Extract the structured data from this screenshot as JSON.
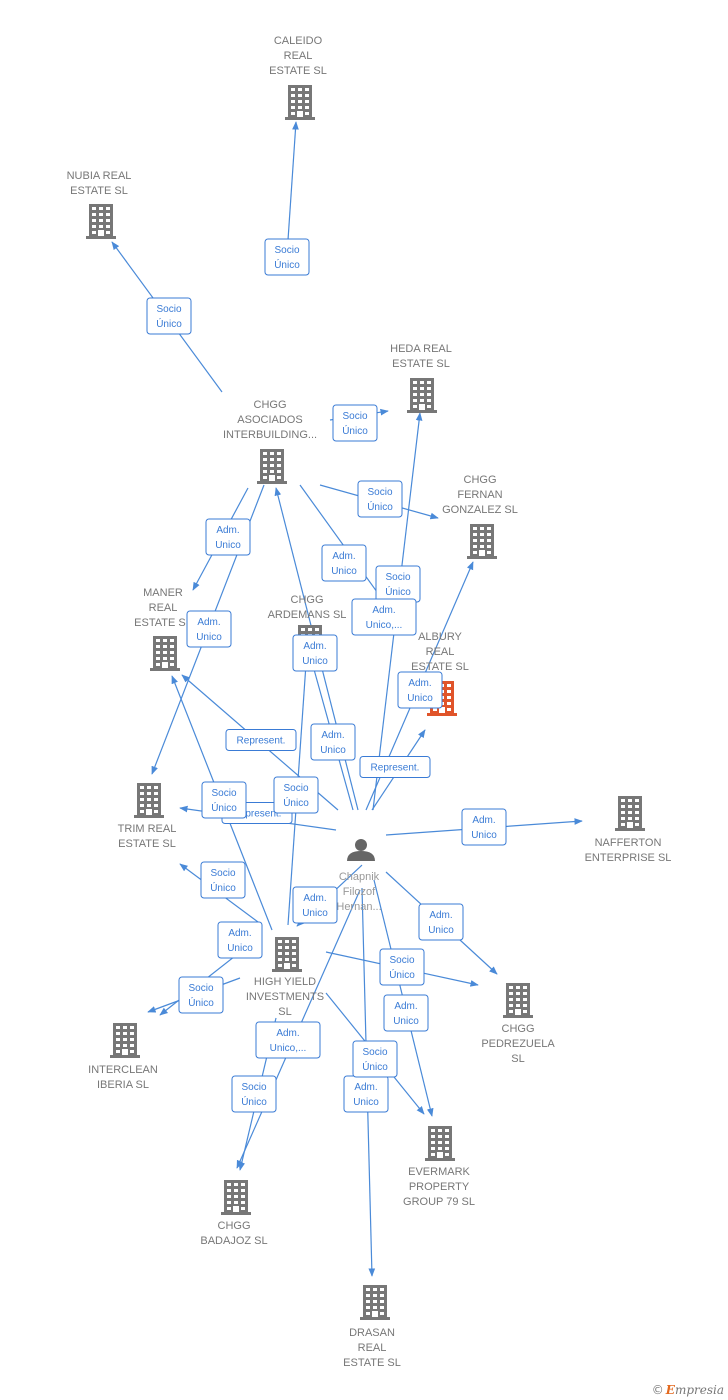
{
  "colors": {
    "edge": "#4a8ad8",
    "label": "#3a7bd5",
    "building": "#777777",
    "highlight": "#e0542a"
  },
  "nodes": [
    {
      "id": "caleido",
      "type": "company",
      "lines": [
        "CALEIDO",
        "REAL",
        "ESTATE  SL"
      ]
    },
    {
      "id": "nubia",
      "type": "company",
      "lines": [
        "NUBIA REAL",
        "ESTATE  SL"
      ]
    },
    {
      "id": "heda",
      "type": "company",
      "lines": [
        "HEDA REAL",
        "ESTATE  SL"
      ]
    },
    {
      "id": "chgg_asociados",
      "type": "company",
      "lines": [
        "CHGG",
        "ASOCIADOS",
        "INTERBUILDING..."
      ]
    },
    {
      "id": "chgg_fernan",
      "type": "company",
      "lines": [
        "CHGG",
        "FERNAN",
        "GONZALEZ  SL"
      ]
    },
    {
      "id": "maner",
      "type": "company",
      "lines": [
        "MANER",
        "REAL",
        "ESTATE  SL"
      ]
    },
    {
      "id": "chgg_ardemans",
      "type": "company",
      "lines": [
        "CHGG",
        "ARDEMANS  SL"
      ]
    },
    {
      "id": "albury",
      "type": "company",
      "highlight": true,
      "lines": [
        "ALBURY",
        "REAL",
        "ESTATE  SL"
      ]
    },
    {
      "id": "trim",
      "type": "company",
      "lines": [
        "TRIM REAL",
        "ESTATE  SL"
      ]
    },
    {
      "id": "nafferton",
      "type": "company",
      "lines": [
        "NAFFERTON",
        "ENTERPRISE SL"
      ]
    },
    {
      "id": "chapnik",
      "type": "person",
      "lines": [
        "Chapnik",
        "Filozof",
        "Hernan..."
      ]
    },
    {
      "id": "high_yield",
      "type": "company",
      "lines": [
        "HIGH YIELD",
        "INVESTMENTS",
        "SL"
      ]
    },
    {
      "id": "interclean",
      "type": "company",
      "lines": [
        "INTERCLEAN",
        "IBERIA  SL"
      ]
    },
    {
      "id": "chgg_pedrezuela",
      "type": "company",
      "lines": [
        "CHGG",
        "PEDREZUELA",
        "SL"
      ]
    },
    {
      "id": "evermark",
      "type": "company",
      "lines": [
        "EVERMARK",
        "PROPERTY",
        "GROUP 79  SL"
      ]
    },
    {
      "id": "chgg_badajoz",
      "type": "company",
      "lines": [
        "CHGG",
        "BADAJOZ  SL"
      ]
    },
    {
      "id": "drasan",
      "type": "company",
      "lines": [
        "DRASAN",
        "REAL",
        "ESTATE  SL"
      ]
    }
  ],
  "edges": [
    {
      "from": "chgg_asociados",
      "to": "caleido",
      "lines": [
        "Socio",
        "Único"
      ]
    },
    {
      "from": "chgg_asociados",
      "to": "nubia",
      "lines": [
        "Socio",
        "Único"
      ]
    },
    {
      "from": "chgg_asociados",
      "to": "heda",
      "lines": [
        "Socio",
        "Único"
      ]
    },
    {
      "from": "chgg_asociados",
      "to": "chgg_fernan",
      "lines": [
        "Socio",
        "Único"
      ]
    },
    {
      "from": "chgg_asociados",
      "to": "maner",
      "lines": [
        "Adm.",
        "Unico"
      ]
    },
    {
      "from": "chgg_asociados",
      "to": "chgg_ardemans",
      "lines": [
        "Adm.",
        "Unico"
      ]
    },
    {
      "from": "chgg_asociados",
      "to": "trim",
      "lines": [
        "Adm.",
        "Unico"
      ]
    },
    {
      "from": "chapnik",
      "to": "chgg_fernan",
      "lines": [
        "Socio",
        "Único"
      ]
    },
    {
      "from": "chapnik",
      "to": "heda",
      "lines": [
        "Adm.",
        "Unico,..."
      ]
    },
    {
      "from": "chapnik",
      "to": "chgg_ardemans",
      "lines": [
        "Adm.",
        "Unico"
      ]
    },
    {
      "from": "chapnik",
      "to": "albury",
      "lines": [
        "Adm.",
        "Unico"
      ]
    },
    {
      "from": "chapnik",
      "to": "chgg_asociados",
      "lines": [
        "Adm.",
        "Unico"
      ]
    },
    {
      "from": "chapnik",
      "to": "maner",
      "lines": [
        "Represent."
      ]
    },
    {
      "from": "chapnik",
      "to": "albury",
      "lines": [
        "Represent."
      ]
    },
    {
      "from": "chapnik",
      "to": "trim",
      "lines": [
        "Represent."
      ]
    },
    {
      "from": "chapnik",
      "to": "nafferton",
      "lines": [
        "Adm.",
        "Unico"
      ]
    },
    {
      "from": "chapnik",
      "to": "high_yield",
      "lines": [
        "Adm.",
        "Unico"
      ]
    },
    {
      "from": "chapnik",
      "to": "chgg_pedrezuela",
      "lines": [
        "Adm.",
        "Unico"
      ]
    },
    {
      "from": "chapnik",
      "to": "evermark",
      "lines": [
        "Adm.",
        "Unico"
      ]
    },
    {
      "from": "chapnik",
      "to": "drasan",
      "lines": [
        "Adm.",
        "Unico"
      ]
    },
    {
      "from": "chapnik",
      "to": "chgg_badajoz",
      "lines": [
        "Adm.",
        "Unico,..."
      ]
    },
    {
      "from": "high_yield",
      "to": "maner",
      "lines": [
        "Socio",
        "Único"
      ]
    },
    {
      "from": "high_yield",
      "to": "chgg_ardemans",
      "lines": [
        "Socio",
        "Único"
      ]
    },
    {
      "from": "high_yield",
      "to": "trim",
      "lines": [
        "Socio",
        "Único"
      ]
    },
    {
      "from": "high_yield",
      "to": "interclean",
      "lines": [
        "Socio",
        "Único"
      ]
    },
    {
      "from": "high_yield",
      "to": "interclean",
      "lines": [
        "Adm.",
        "Unico"
      ]
    },
    {
      "from": "high_yield",
      "to": "chgg_pedrezuela",
      "lines": [
        "Socio",
        "Único"
      ]
    },
    {
      "from": "high_yield",
      "to": "evermark",
      "lines": [
        "Socio",
        "Único"
      ]
    },
    {
      "from": "high_yield",
      "to": "chgg_badajoz",
      "lines": [
        "Socio",
        "Único"
      ]
    }
  ],
  "credit": {
    "symbol": "©",
    "initial": "E",
    "rest": "mpresia"
  }
}
